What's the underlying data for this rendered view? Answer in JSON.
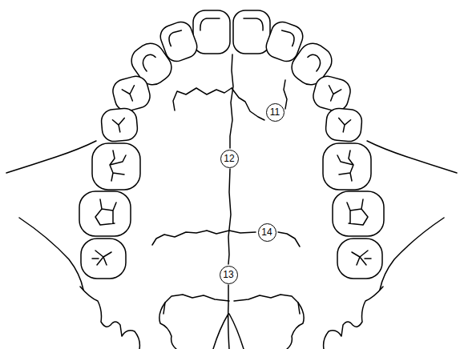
{
  "diagram": {
    "labels": [
      "11",
      "12",
      "14",
      "13"
    ]
  }
}
